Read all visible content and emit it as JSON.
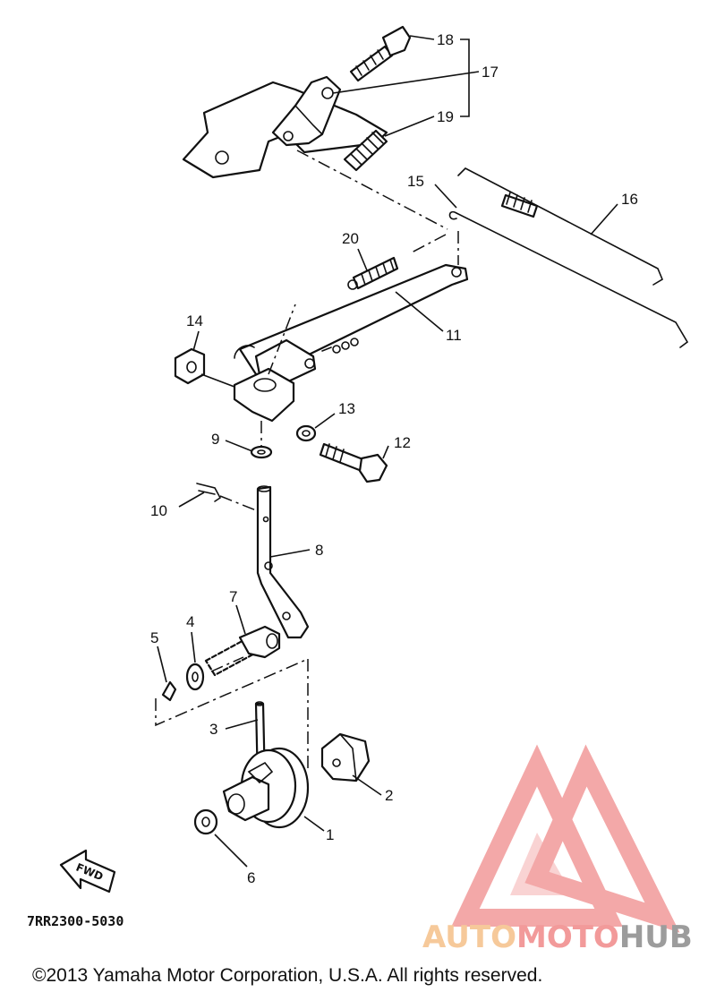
{
  "diagram": {
    "part_numbers": [
      "1",
      "2",
      "3",
      "4",
      "5",
      "6",
      "7",
      "8",
      "9",
      "10",
      "11",
      "12",
      "13",
      "14",
      "15",
      "16",
      "17",
      "18",
      "19",
      "20"
    ],
    "diagram_code": "7RR2300-5030",
    "direction_badge": "FWD"
  },
  "watermark": {
    "brand_part1": "AUTO",
    "brand_part2": "MOTO",
    "brand_part3": "HUB",
    "logo_color": "#f29a9a",
    "accent_color": "#f6c99a"
  },
  "footer": {
    "copyright": "©2013 Yamaha Motor Corporation, U.S.A. All rights reserved."
  }
}
